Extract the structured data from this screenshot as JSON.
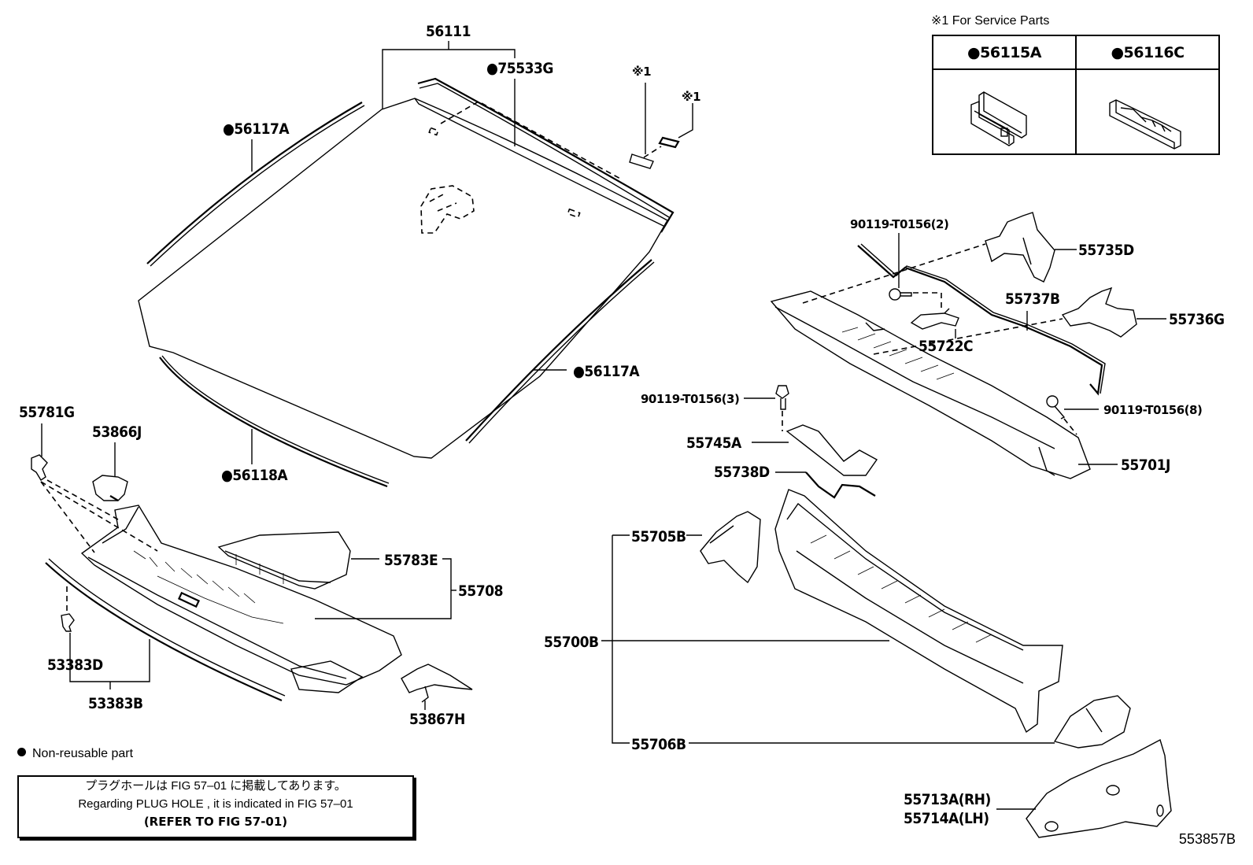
{
  "diagram": {
    "figure_id": "553857B",
    "service_note": {
      "title": "※1 For Service Parts",
      "parts": [
        {
          "number": "●56115A",
          "icon": "clip-icon"
        },
        {
          "number": "●56116C",
          "icon": "mounting-strip-icon"
        }
      ]
    },
    "legend": {
      "symbol": "●",
      "text": "Non-reusable part"
    },
    "note_box": {
      "line_jp": "プラグホールは FIG 57–01 に掲載してあります。",
      "line_en": "Regarding PLUG HOLE , it is indicated in FIG 57–01",
      "line_ref": "(REFER TO FIG 57-01)"
    },
    "labels": {
      "p56111": "56111",
      "p75533G": "●75533G",
      "p56117A_left": "●56117A",
      "p56117A_right": "●56117A",
      "p56118A": "●56118A",
      "svc1a": "※1",
      "svc1b": "※1",
      "p55781G": "55781G",
      "p53866J": "53866J",
      "p55783E": "55783E",
      "p55708": "55708",
      "p53383D": "53383D",
      "p53383B": "53383B",
      "p53867H": "53867H",
      "p90119_2": "90119-T0156(2)",
      "p55735D": "55735D",
      "p55737B": "55737B",
      "p55736G": "55736G",
      "p55722C": "55722C",
      "p90119_3": "90119-T0156(3)",
      "p90119_8": "90119-T0156(8)",
      "p55745A": "55745A",
      "p55701J": "55701J",
      "p55738D": "55738D",
      "p55705B": "55705B",
      "p55700B": "55700B",
      "p55706B": "55706B",
      "p55713A": "55713A(RH)",
      "p55714A": "55714A(LH)"
    }
  }
}
